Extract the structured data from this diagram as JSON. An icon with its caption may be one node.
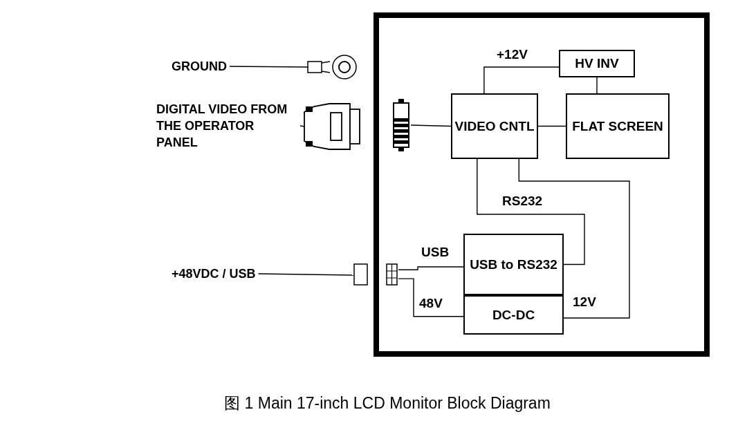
{
  "diagram": {
    "caption": "图 1 Main 17-inch LCD Monitor Block Diagram",
    "nodes": [
      {
        "text": [],
        "shape": "box"
      },
      {
        "text": [
          "GROUND"
        ]
      },
      {
        "text": [],
        "shape": "connector"
      },
      {
        "text": [
          "DIGITAL VIDEO FROM THE OPERATOR PANEL"
        ]
      },
      {
        "text": [],
        "shape": "connector"
      },
      {
        "text": [],
        "shape": "connector",
        "in": 0
      },
      {
        "text": [
          "VIDEO CNTL"
        ],
        "in": 0
      },
      {
        "text": [
          "HV INV"
        ],
        "in": 0
      },
      {
        "text": [
          "FLAT SCREEN"
        ],
        "in": 0
      },
      {
        "text": [
          "+48VDC / USB"
        ]
      },
      {
        "text": [],
        "shape": "connector"
      },
      {
        "text": [],
        "shape": "connector",
        "in": 0
      },
      {
        "text": [
          "USB to RS232"
        ],
        "in": 0
      },
      {
        "text": [
          "DC-DC"
        ],
        "in": 0
      }
    ],
    "edges": [
      {
        "from": 1,
        "to": 2,
        "arrow": "none"
      },
      {
        "from": 3,
        "to": 4,
        "arrow": "none"
      },
      {
        "from": 5,
        "to": 6,
        "arrow": "none"
      },
      {
        "from": 6,
        "to": 7,
        "label": "+12V",
        "arrow": "none"
      },
      {
        "from": 7,
        "to": 8,
        "arrow": "none"
      },
      {
        "from": 6,
        "to": 8,
        "arrow": "none"
      },
      {
        "from": 6,
        "to": 12,
        "label": "RS232",
        "arrow": "none"
      },
      {
        "from": 6,
        "to": 13,
        "label": "12V",
        "arrow": "none"
      },
      {
        "from": 9,
        "to": 10,
        "arrow": "none"
      },
      {
        "from": 11,
        "to": 12,
        "label": "USB",
        "arrow": "none"
      },
      {
        "from": 11,
        "to": 13,
        "label": "48V",
        "arrow": "none"
      }
    ]
  }
}
